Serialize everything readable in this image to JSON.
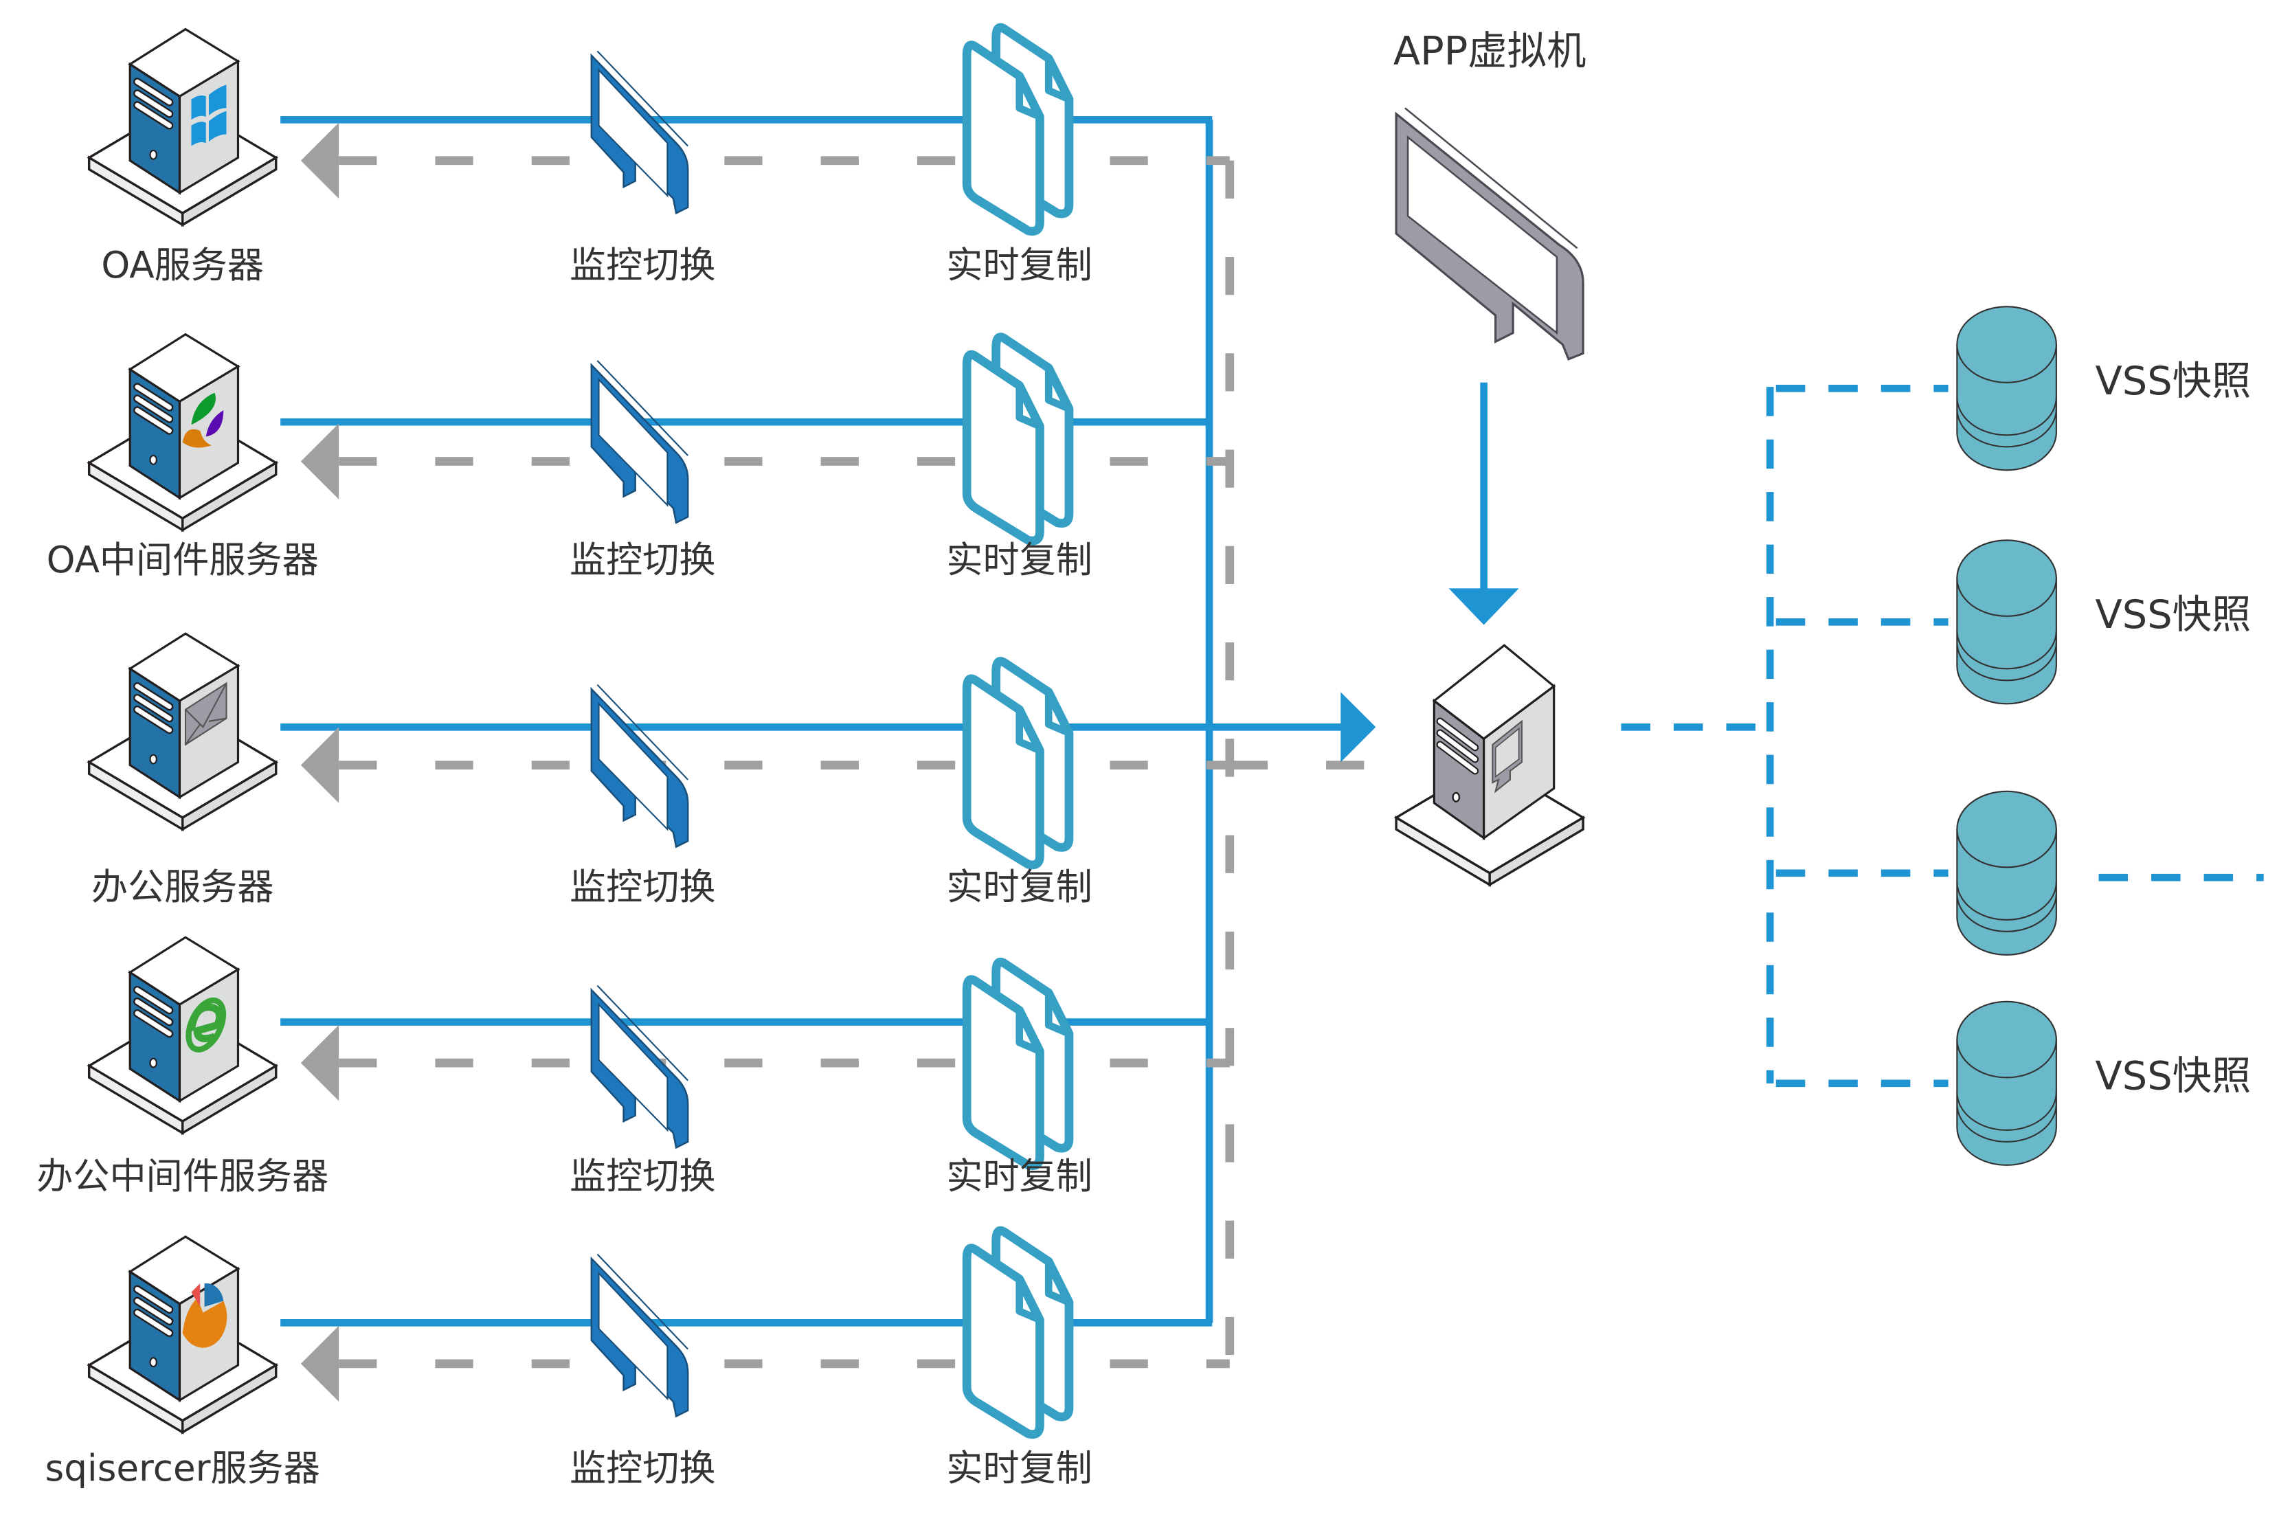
{
  "colors": {
    "blue_line": "#1f94d2",
    "gray_dash": "#a0a0a0",
    "server_blue": "#2372a8",
    "server_gray": "#9c9ca6",
    "monitor_blue": "#1e78bd",
    "monitor_gray": "#9c9ca6",
    "copy_teal": "#36a0c4",
    "db_teal": "#6ab9cb",
    "text": "#333333"
  },
  "sources": [
    {
      "label": "OA服务器",
      "logo": "windows-logo",
      "monitor_label": "监控切换",
      "copy_label": "实时复制"
    },
    {
      "label": "OA中间件服务器",
      "logo": "petals-logo",
      "monitor_label": "监控切换",
      "copy_label": "实时复制"
    },
    {
      "label": "办公服务器",
      "logo": "mail-logo",
      "monitor_label": "监控切换",
      "copy_label": "实时复制"
    },
    {
      "label": "办公中间件服务器",
      "logo": "ie-logo",
      "monitor_label": "监控切换",
      "copy_label": "实时复制"
    },
    {
      "label": "sqisercer服务器",
      "logo": "pie-chart-logo",
      "monitor_label": "监控切换",
      "copy_label": "实时复制"
    }
  ],
  "app_vm": {
    "label": "APP虚拟机"
  },
  "central_server": {
    "logo": "monitor-logo"
  },
  "snapshots": [
    {
      "label": "VSS快照"
    },
    {
      "label": "VSS快照"
    },
    {
      "label": ""
    },
    {
      "label": "VSS快照"
    }
  ]
}
